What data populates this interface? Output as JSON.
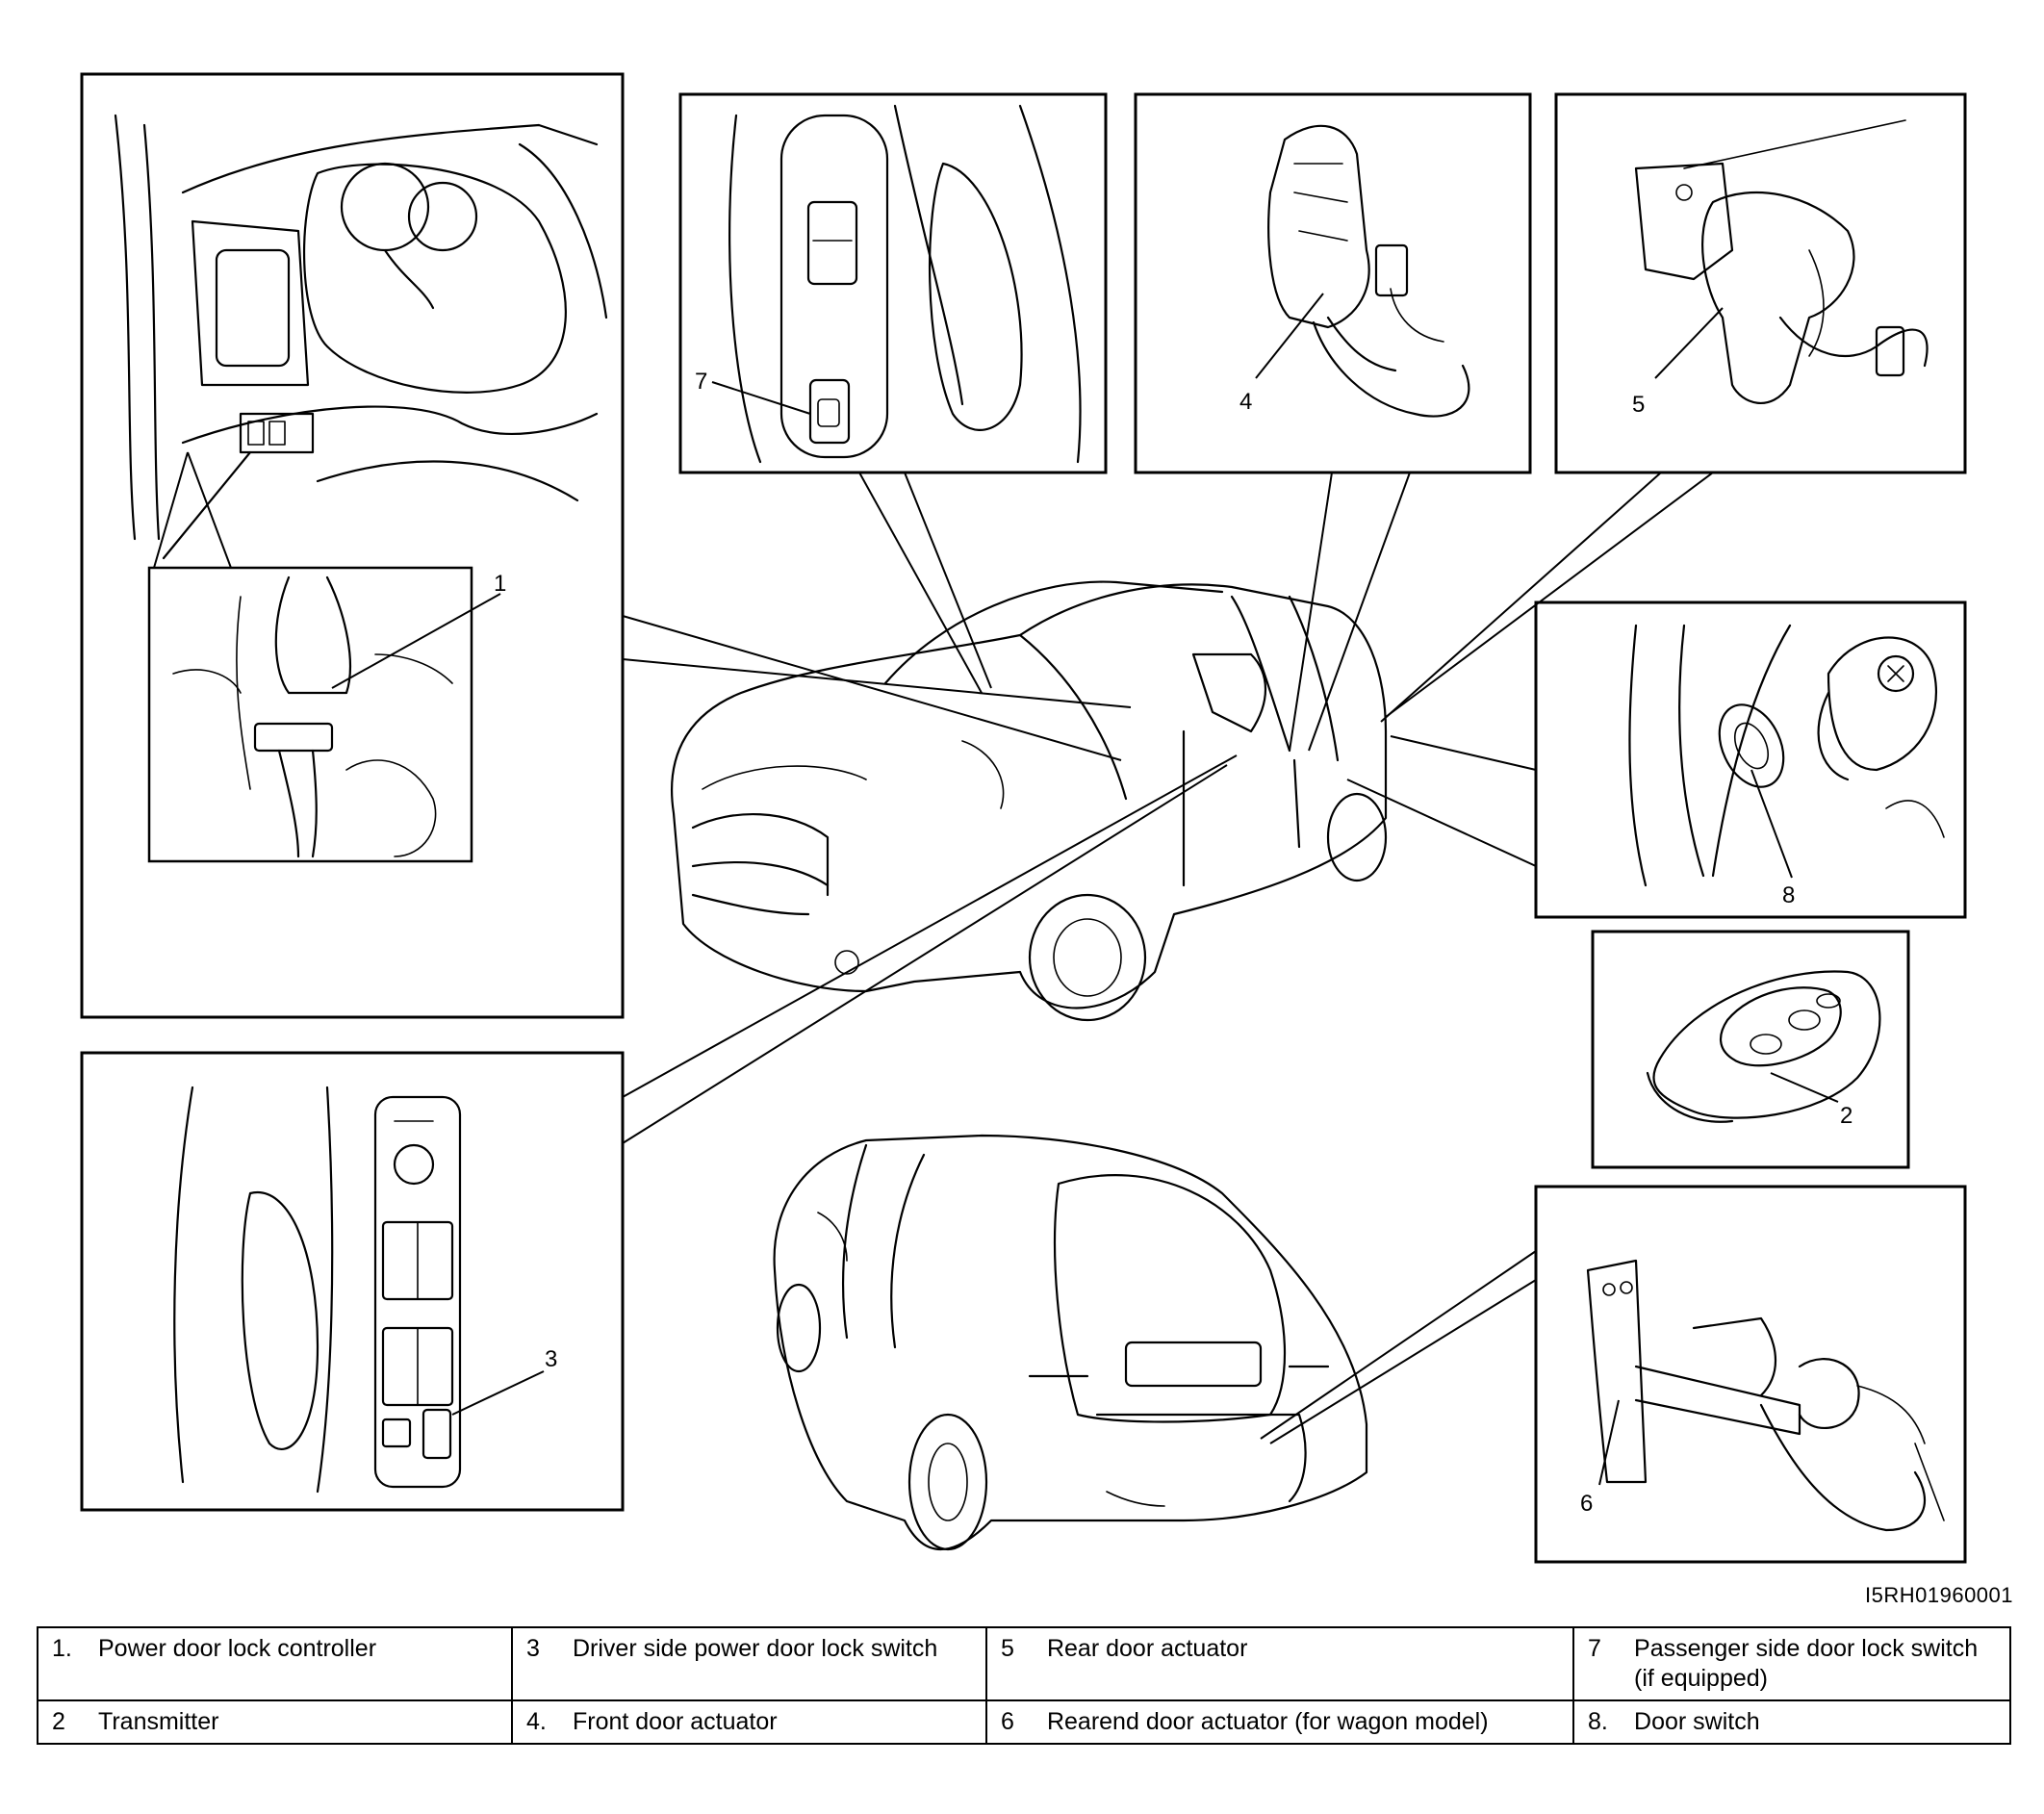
{
  "callouts": {
    "c1": "1",
    "c2": "2",
    "c3": "3",
    "c4": "4",
    "c5": "5",
    "c6": "6",
    "c7": "7",
    "c8": "8"
  },
  "figure_code": "I5RH01960001",
  "legend": {
    "rows": [
      [
        {
          "num": "1.",
          "text": "Power door lock controller"
        },
        {
          "num": "3",
          "text": "Driver side power door lock switch"
        },
        {
          "num": "5",
          "text": "Rear door actuator"
        },
        {
          "num": "7",
          "text": "Passenger side door lock switch (if equipped)"
        }
      ],
      [
        {
          "num": "2",
          "text": "Transmitter"
        },
        {
          "num": "4.",
          "text": "Front door actuator"
        },
        {
          "num": "6",
          "text": "Rearend door actuator (for wagon model)"
        },
        {
          "num": "8.",
          "text": "Door switch"
        }
      ]
    ]
  }
}
